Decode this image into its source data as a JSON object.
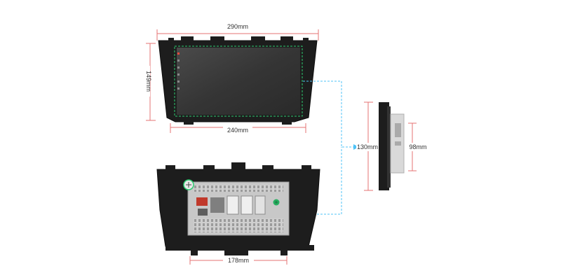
{
  "dimensions": {
    "top_width": "290mm",
    "height": "149mm",
    "screen_width": "240mm",
    "side_depth_outer": "130mm",
    "side_depth_inner": "98mm",
    "bottom_width": "178mm"
  },
  "colors": {
    "dimension_line": "#e57373",
    "guide_line": "#4fc3f7",
    "screen_outline": "#2ecc71",
    "frame": "#1c1c1c",
    "screen": "#3d3d3d",
    "chassis": "#c8c8c8",
    "text": "#333333"
  },
  "icons": [
    "ground-screw-icon",
    "green-connector-icon"
  ]
}
